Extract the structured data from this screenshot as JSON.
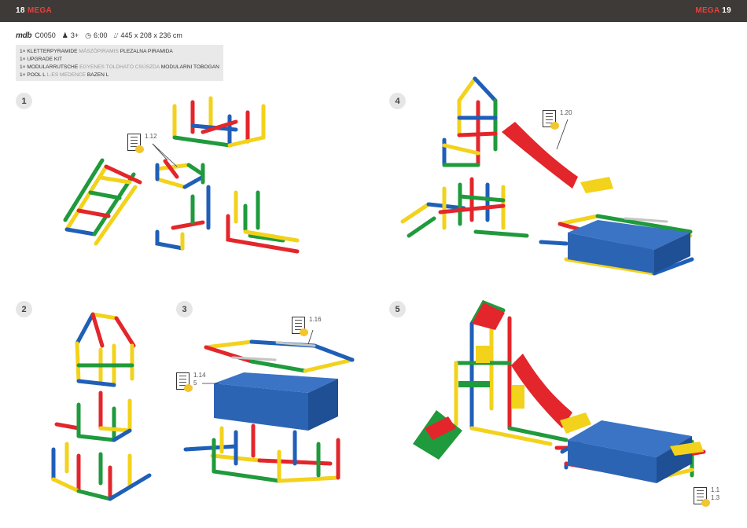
{
  "header": {
    "left_page": "18",
    "left_brand": "MEGA",
    "right_brand": "MEGA",
    "right_page": "19"
  },
  "meta": {
    "logo": "mdb",
    "code": "C0050",
    "age": "3+",
    "time": "6:00",
    "size": "445 x 208 x 236 cm"
  },
  "parts": [
    {
      "qty": "1×",
      "name": "KLETTERPYRAMIDE",
      "translations": [
        "MÁSZÓPIRAMIS"
      ],
      "alt": "PLEZALNA PIRAMIDA"
    },
    {
      "qty": "1×",
      "name": "UPGRADE KIT",
      "translations": [],
      "alt": ""
    },
    {
      "qty": "1×",
      "name": "MODULARRUTSCHE",
      "translations": [
        "EGYENES TOLDHATÓ CSÚSZDA"
      ],
      "alt": "MODULARNI TOBOGAN"
    },
    {
      "qty": "1×",
      "name": "POOL L",
      "translations": [
        "L-ES MEDENCE"
      ],
      "alt": "BAZEN L"
    }
  ],
  "steps": [
    "1",
    "2",
    "3",
    "4",
    "5"
  ],
  "refs": {
    "step1": "1.12",
    "step3_top": "1.16",
    "step3_left_a": "1.14",
    "step3_left_b": "5",
    "step4": "1.20",
    "step5_a": "1.1",
    "step5_b": "1.3"
  },
  "colors": {
    "header_bg": "#3e3a37",
    "brand_red": "#e8403a",
    "tube_yellow": "#f2d21b",
    "tube_red": "#e3262b",
    "tube_green": "#1f9a3c",
    "tube_blue": "#1f5fb8",
    "connector": "#222222",
    "pool_blue": "#2c64b4"
  },
  "icons": [
    "person-icon",
    "clock-icon",
    "ruler-icon",
    "manual-icon"
  ]
}
